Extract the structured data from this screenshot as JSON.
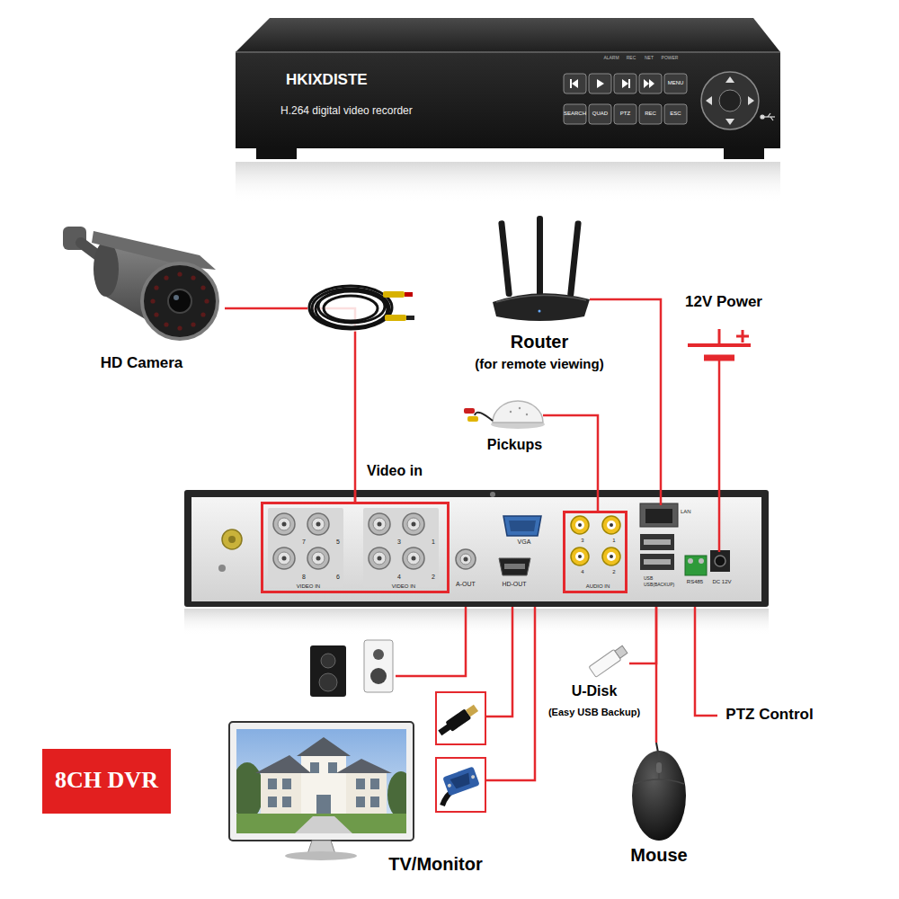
{
  "diagram": {
    "nodes": [
      {
        "text": [
          "HKIXDISTE",
          "H.264 digital video recorder",
          "ALARM",
          "REC",
          "NET",
          "POWER",
          "MENU",
          "SEARCH",
          "QUAD",
          "PTZ",
          "REC",
          "ESC"
        ]
      },
      {
        "text": [
          "HD Camera"
        ]
      },
      {
        "text": [
          "Router",
          "(for remote viewing)"
        ]
      },
      {
        "text": [
          "12V Power"
        ]
      },
      {
        "text": [
          "Pickups"
        ]
      },
      {
        "text": [
          "A-OUT",
          "VGA",
          "HD-OUT",
          "LAN",
          "USB",
          "USB(BACKUP)",
          "RS485",
          "DC 12V"
        ]
      },
      {
        "text": [
          "Video in",
          "7",
          "5",
          "8",
          "6",
          "VIDEO IN",
          "3",
          "1",
          "4",
          "2",
          "VIDEO IN"
        ],
        "in": 5
      },
      {
        "text": [
          "3",
          "1",
          "4",
          "2",
          "AUDIO IN"
        ],
        "in": 5
      },
      {
        "text": [
          "U-Disk",
          "(Easy USB Backup)"
        ]
      },
      {
        "text": [
          "PTZ Control"
        ]
      },
      {
        "text": [
          "8CH DVR"
        ]
      },
      {
        "text": [
          "TV/Monitor"
        ]
      },
      {
        "text": [
          "Mouse"
        ]
      }
    ],
    "edges": [
      {
        "from": 1,
        "to": 6,
        "arrow": "none"
      },
      {
        "from": 2,
        "to": 5,
        "arrow": "none"
      },
      {
        "from": 3,
        "to": 5,
        "arrow": "none"
      },
      {
        "from": 4,
        "to": 7,
        "arrow": "none"
      },
      {
        "from": 8,
        "to": 5,
        "arrow": "none"
      },
      {
        "from": 12,
        "to": 5,
        "arrow": "none"
      },
      {
        "from": 9,
        "to": 5,
        "arrow": "none"
      }
    ]
  }
}
